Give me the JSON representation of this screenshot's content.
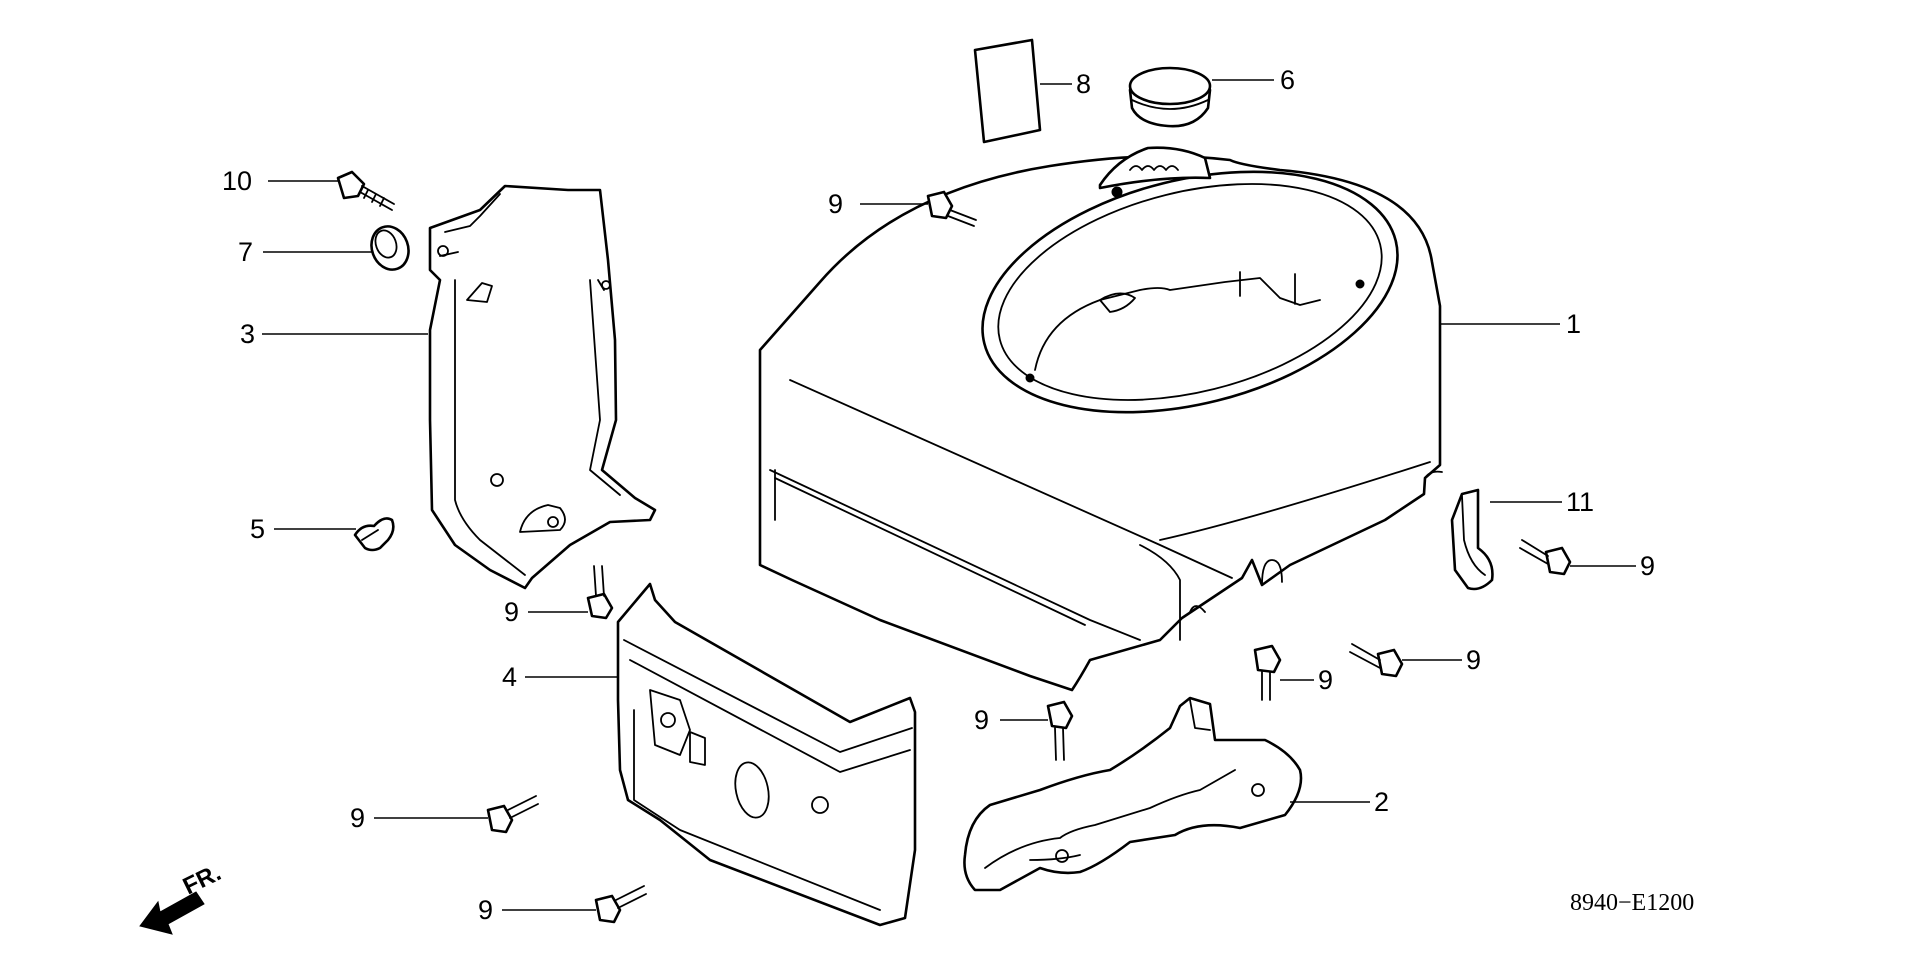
{
  "diagram": {
    "drawing_code": "8940−E1200",
    "front_indicator": "FR.",
    "callouts": {
      "c1": "1",
      "c2": "2",
      "c3": "3",
      "c4": "4",
      "c5": "5",
      "c6": "6",
      "c7": "7",
      "c8": "8",
      "c9a": "9",
      "c9b": "9",
      "c9c": "9",
      "c9d": "9",
      "c9e": "9",
      "c9f": "9",
      "c9g": "9",
      "c9h": "9",
      "c10": "10",
      "c11": "11"
    }
  }
}
